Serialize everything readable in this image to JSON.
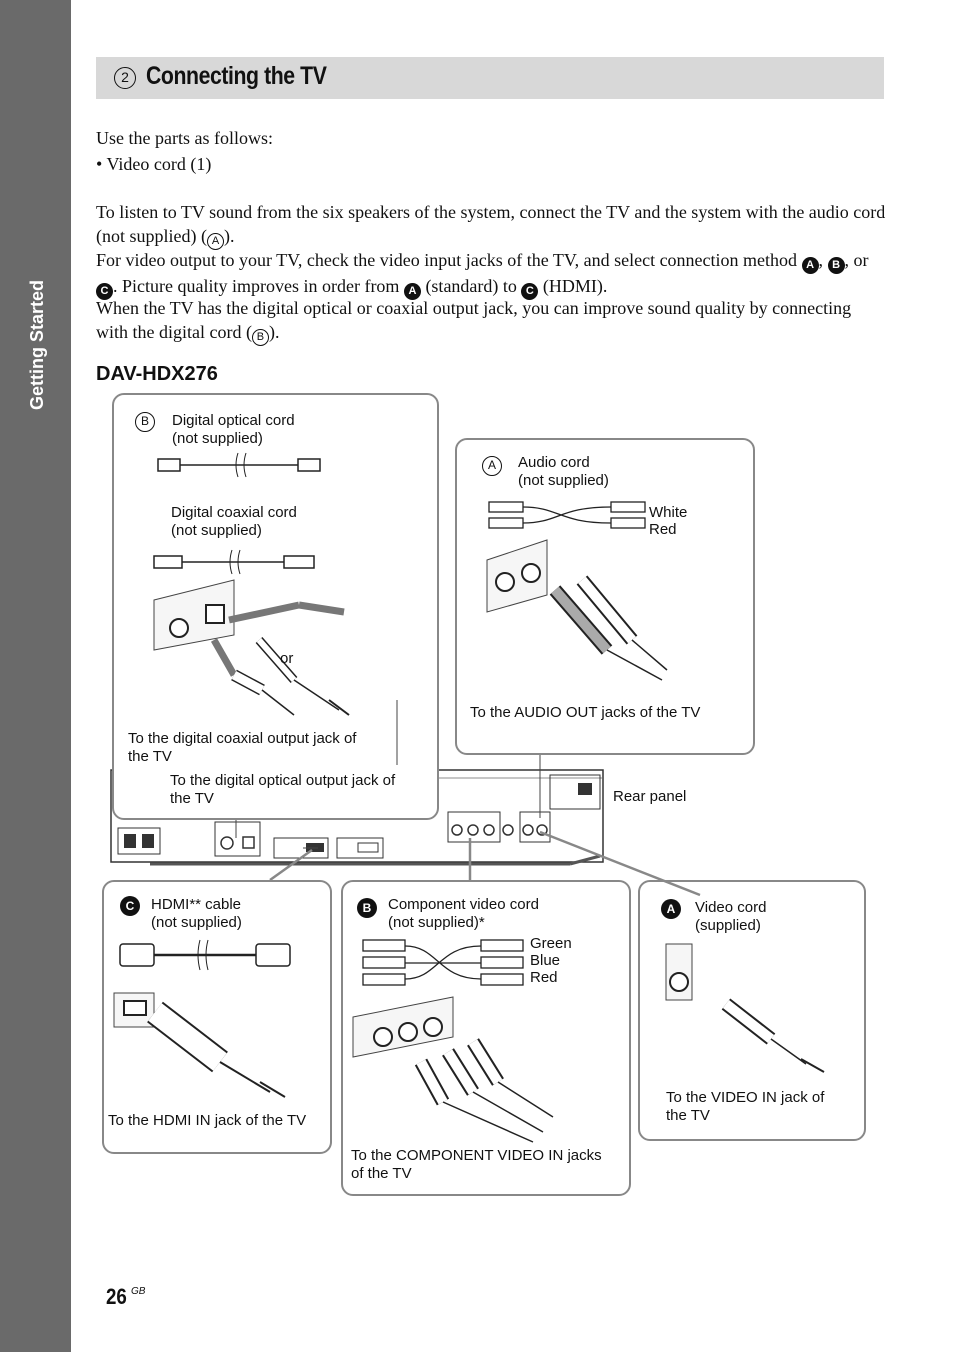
{
  "side_label": "Getting Started",
  "section": {
    "number": "2",
    "title": "Connecting the TV"
  },
  "intro": {
    "line1": "Use the parts as follows:",
    "line2": "• Video cord (1)"
  },
  "para": {
    "p1a": "To listen to TV sound from the six speakers of the system, connect the TV and the system with the audio cord (not supplied) (",
    "p1b": ").",
    "p2a": "For video output to your TV, check the video input jacks of the TV, and select connection method ",
    "p2b": ", ",
    "p2c": ", or ",
    "p2d": ". Picture quality improves in order from ",
    "p2e": " (standard) to ",
    "p2f": " (HDMI).",
    "p3a": "When the TV has the digital optical or coaxial output jack, you can improve sound quality by connecting with the digital cord (",
    "p3b": ")."
  },
  "letters": {
    "a": "A",
    "b": "B",
    "c": "C"
  },
  "model": "DAV-HDX276",
  "box_digital": {
    "optical_cord_1": "Digital optical cord",
    "optical_cord_2": "(not supplied)",
    "coaxial_cord_1": "Digital coaxial cord",
    "coaxial_cord_2": "(not supplied)",
    "or": "or",
    "coax_to_1": "To the digital coaxial output jack of",
    "coax_to_2": "the TV",
    "optical_to_1": "To the digital optical output jack of",
    "optical_to_2": "the TV"
  },
  "box_audio": {
    "cord_1": "Audio cord",
    "cord_2": "(not supplied)",
    "white": "White",
    "red": "Red",
    "to": "To the AUDIO OUT jacks of the TV"
  },
  "rear_panel": "Rear panel",
  "box_hdmi": {
    "cord_1": "HDMI** cable",
    "cord_2": "(not supplied)",
    "to": "To the HDMI IN jack of the TV"
  },
  "box_component": {
    "cord_1": "Component video cord",
    "cord_2": "(not supplied)*",
    "green": "Green",
    "blue": "Blue",
    "red": "Red",
    "to_1": "To the COMPONENT VIDEO IN jacks",
    "to_2": "of the TV"
  },
  "box_video": {
    "cord_1": "Video cord",
    "cord_2": "(supplied)",
    "to_1": "To the VIDEO IN jack of",
    "to_2": "the TV"
  },
  "page": {
    "number": "26",
    "suffix": "GB"
  }
}
